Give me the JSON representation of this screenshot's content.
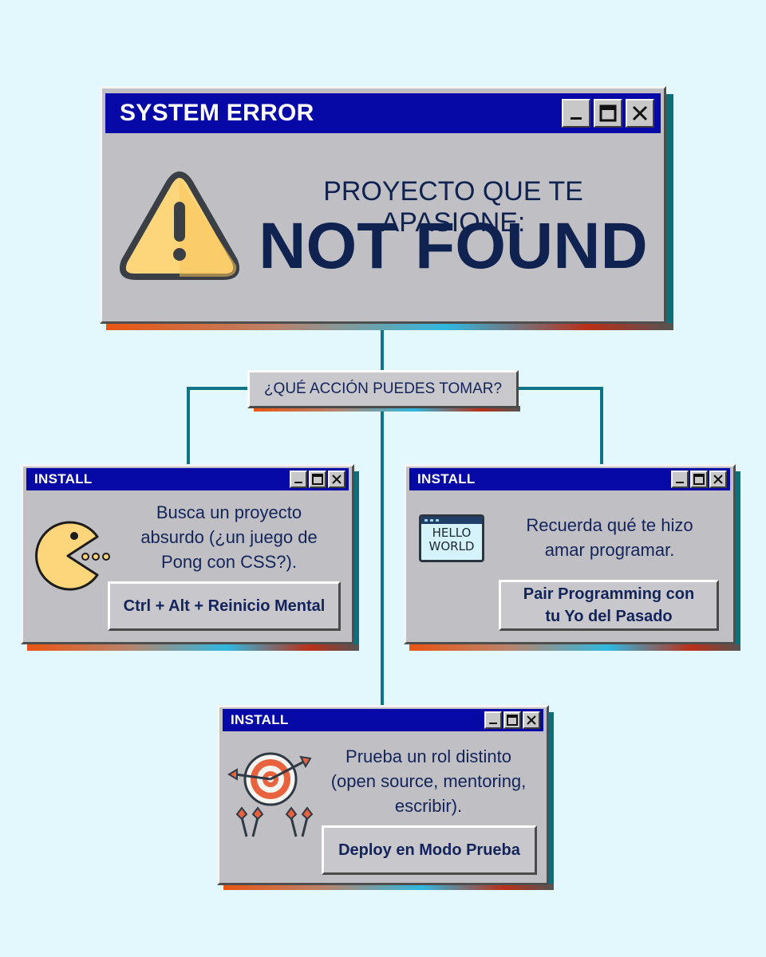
{
  "main_window": {
    "title": "SYSTEM ERROR",
    "subtitle": "PROYECTO QUE TE APASIONE:",
    "headline": "NOT FOUND"
  },
  "question": "¿QUÉ ACCIÓN PUEDES TOMAR?",
  "windows": [
    {
      "title": "INSTALL",
      "text_lines": [
        "Busca un proyecto",
        "absurdo (¿un juego de",
        "Pong con CSS?)."
      ],
      "button_lines": [
        "Ctrl + Alt + Reinicio Mental"
      ],
      "icon": "pacman-icon"
    },
    {
      "title": "INSTALL",
      "text_lines": [
        "Recuerda qué te hizo",
        "amar programar."
      ],
      "button_lines": [
        "Pair Programming con",
        "tu Yo del Pasado"
      ],
      "icon": "hello-world-window-icon",
      "icon_text": [
        "HELLO",
        "WORLD"
      ]
    },
    {
      "title": "INSTALL",
      "text_lines": [
        "Prueba un rol distinto",
        "(open source, mentoring,",
        "escribir)."
      ],
      "button_lines": [
        "Deploy en Modo Prueba"
      ],
      "icon": "target-arrows-icon"
    }
  ],
  "colors": {
    "background": "#e3f8fd",
    "titlebar": "#0609a5",
    "window": "#c0c0c4",
    "text": "#0f2250",
    "connector": "#0f7484",
    "warning": "#fdd57a"
  }
}
